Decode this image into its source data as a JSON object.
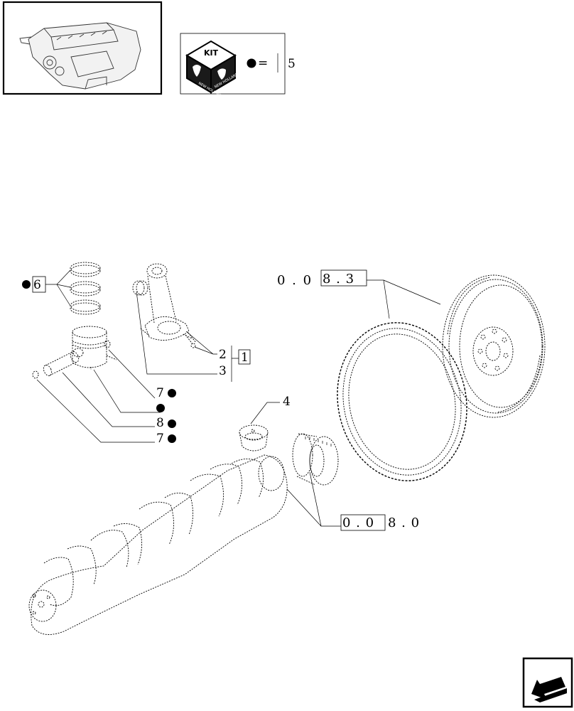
{
  "kit": {
    "label": "KIT",
    "brand": "NEW HOLLAND",
    "legend_eq": "=",
    "legend_value": "5"
  },
  "callouts": {
    "c6": "6",
    "c1": "1",
    "c2": "2",
    "c3": "3",
    "c4": "4",
    "c7a": "7",
    "c8": "8",
    "c7b": "7"
  },
  "refs": {
    "flywheel_prefix": "0 . 0",
    "flywheel_box": "8 . 3",
    "gear_box": "0 . 0",
    "gear_suffix": "8 . 0"
  },
  "nav": {
    "icon": "arrow-back-icon"
  }
}
